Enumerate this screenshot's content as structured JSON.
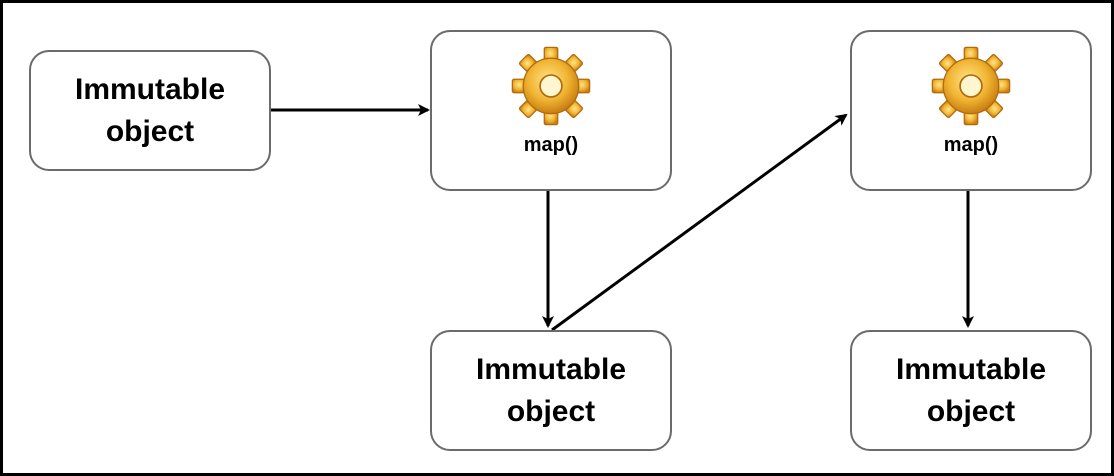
{
  "nodes": {
    "source_object": {
      "label": "Immutable\nobject"
    },
    "map_1": {
      "label": "map()",
      "icon": "gear-icon",
      "icon_color": "#f0b431"
    },
    "result_object_1": {
      "label": "Immutable\nobject"
    },
    "map_2": {
      "label": "map()",
      "icon": "gear-icon",
      "icon_color": "#f0b431"
    },
    "result_object_2": {
      "label": "Immutable\nobject"
    }
  },
  "edges": [
    {
      "from": "source_object",
      "to": "map_1"
    },
    {
      "from": "map_1",
      "to": "result_object_1"
    },
    {
      "from": "result_object_1",
      "to": "map_2"
    },
    {
      "from": "map_2",
      "to": "result_object_2"
    }
  ],
  "colors": {
    "box_border": "#6b6b6b",
    "arrow": "#000000",
    "gear": "#f0b431"
  }
}
